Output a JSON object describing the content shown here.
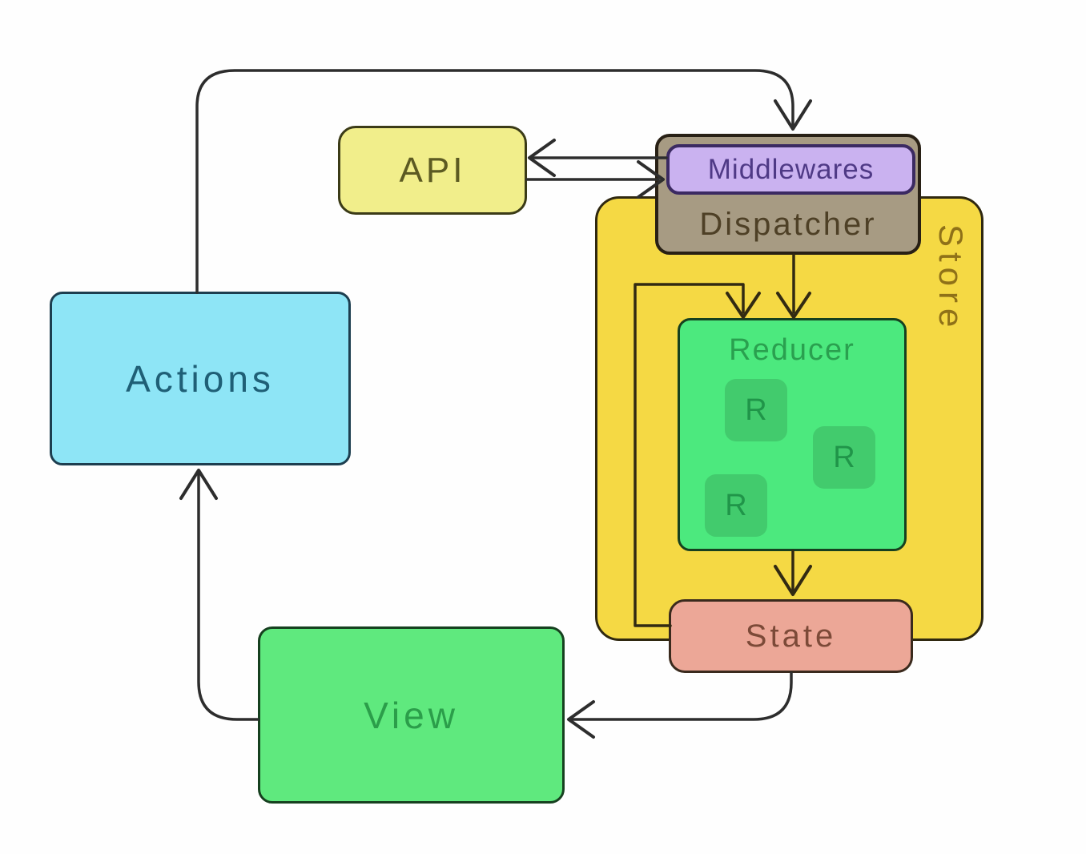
{
  "diagram": {
    "background": "#fefefe",
    "arrow_color": "#2d2d2d",
    "store_arrow_color": "#322a12",
    "nodes": {
      "actions": {
        "label": "Actions",
        "fill": "#8ee5f6",
        "border": "#1d3e4f",
        "text_color": "#1f5f76"
      },
      "api": {
        "label": "API",
        "fill": "#f1ee8b",
        "border": "#3b3b17",
        "text_color": "#5c5a22"
      },
      "store": {
        "label": "Store",
        "fill": "#f5d944",
        "border": "#2f2810",
        "text_color": "#8f7118"
      },
      "dispatcher": {
        "label": "Dispatcher",
        "fill": "#a79b83",
        "border": "#282015",
        "text_color": "#4e4026"
      },
      "middlewares": {
        "label": "Middlewares",
        "fill": "#cab2f0",
        "border": "#3b2a62",
        "text_color": "#4f3a86"
      },
      "reducer": {
        "label": "Reducer",
        "fill": "#4ce97e",
        "border": "#16401f",
        "text_color": "#2aa04f",
        "sub_items": [
          "R",
          "R",
          "R"
        ],
        "sub_fill": "#42cb6d",
        "sub_text_color": "#209549"
      },
      "state": {
        "label": "State",
        "fill": "#eca797",
        "border": "#3a2a1d",
        "text_color": "#7c4a38"
      },
      "view": {
        "label": "View",
        "fill": "#5fe97e",
        "border": "#16401f",
        "text_color": "#2b9e4a"
      }
    },
    "edges": [
      {
        "from": "actions",
        "to": "dispatcher"
      },
      {
        "from": "middlewares",
        "to": "api"
      },
      {
        "from": "api",
        "to": "middlewares"
      },
      {
        "from": "dispatcher",
        "to": "reducer"
      },
      {
        "from": "state",
        "to": "reducer"
      },
      {
        "from": "reducer",
        "to": "state"
      },
      {
        "from": "state",
        "to": "view"
      },
      {
        "from": "view",
        "to": "actions"
      }
    ]
  }
}
